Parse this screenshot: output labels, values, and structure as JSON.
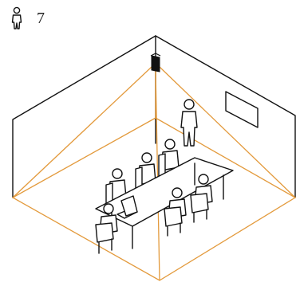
{
  "legend": {
    "person_icon": "person-icon",
    "person_count": "7"
  },
  "scene": {
    "room": "isometric-room",
    "camera": "ceiling-camera",
    "whiteboard": "wall-board",
    "laptop": "laptop"
  },
  "colors": {
    "line": "#111111",
    "coverage": "#e39a3c",
    "camera_body": "#111111",
    "background": "#ffffff"
  }
}
